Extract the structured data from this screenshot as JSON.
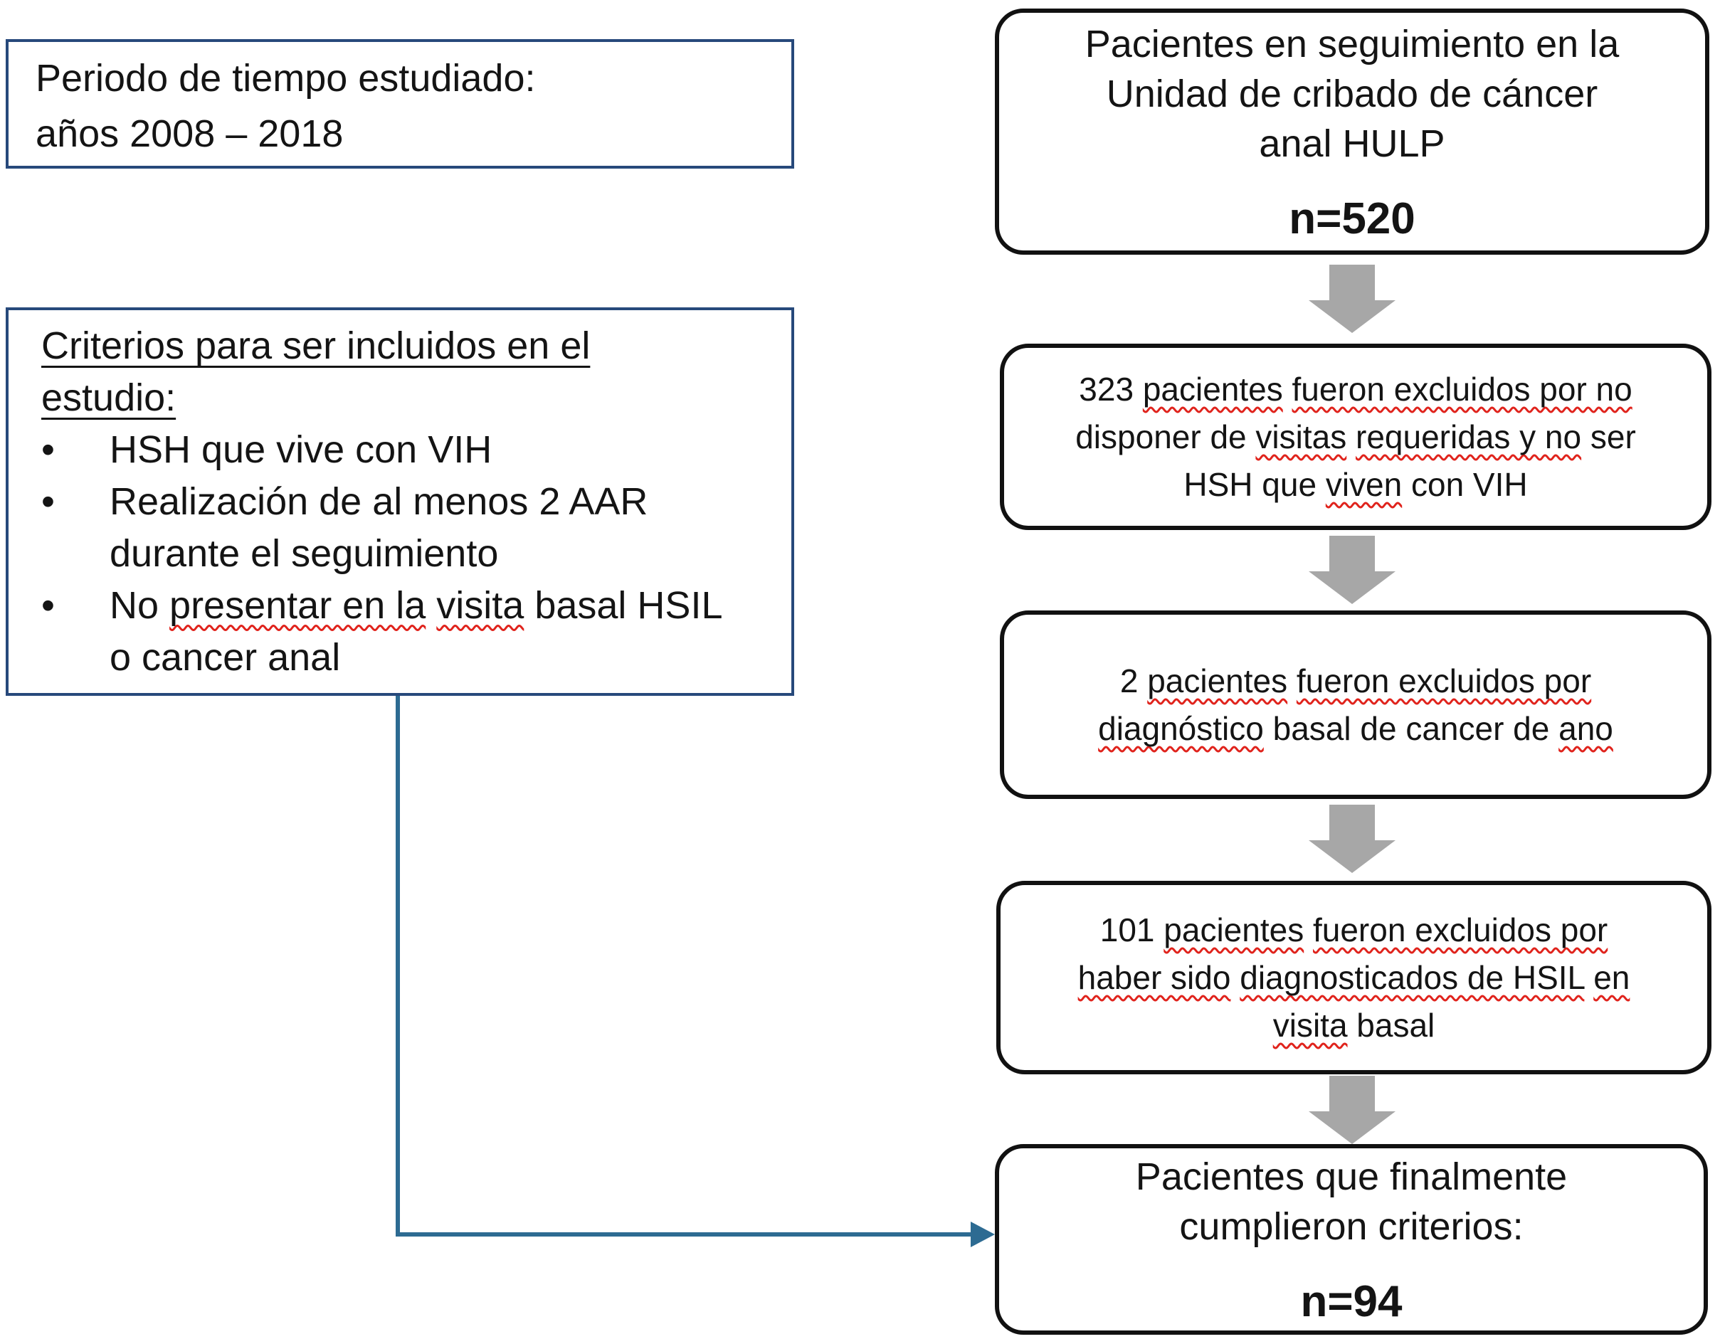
{
  "colors": {
    "navy": "#27497b",
    "black": "#111111",
    "gray": "#a7a7a7",
    "blue": "#2d6b92",
    "red": "#e0231c"
  },
  "left_panel": {
    "period_box": {
      "lines": [
        "Periodo de tiempo estudiado:",
        "años 2008 – 2018"
      ]
    },
    "criteria_box": {
      "bullet_char": "•",
      "title_lines": [
        "Criterios para ser incluidos en el",
        "estudio:"
      ],
      "bullets": [
        {
          "lines": [
            [
              {
                "t": "HSH que vive con VIH"
              }
            ]
          ]
        },
        {
          "lines": [
            [
              {
                "t": "Realización de al menos 2 AAR"
              }
            ],
            [
              {
                "t": "durante el seguimiento"
              }
            ]
          ]
        },
        {
          "lines": [
            [
              {
                "t": "No "
              },
              {
                "t": "presentar en la",
                "sq": true
              },
              {
                "t": " "
              },
              {
                "t": "visita",
                "sq": true
              },
              {
                "t": " basal HSIL"
              }
            ],
            [
              {
                "t": "o cancer anal"
              }
            ]
          ]
        }
      ]
    }
  },
  "flowchart": {
    "box_population": {
      "lines": [
        "Pacientes en seguimiento en la",
        "Unidad de cribado de cáncer",
        "anal HULP"
      ],
      "count": "n=520"
    },
    "box_excluded_visits": {
      "text_lines": [
        [
          {
            "t": "323 "
          },
          {
            "t": "pacientes",
            "sq": true
          },
          {
            "t": " "
          },
          {
            "t": "fueron excluidos por no",
            "sq": true
          }
        ],
        [
          {
            "t": "disponer de "
          },
          {
            "t": "visitas",
            "sq": true
          },
          {
            "t": " "
          },
          {
            "t": "requeridas y no",
            "sq": true
          },
          {
            "t": " ser"
          }
        ],
        [
          {
            "t": "HSH que "
          },
          {
            "t": "viven",
            "sq": true
          },
          {
            "t": " con VIH"
          }
        ]
      ]
    },
    "box_excluded_cancer": {
      "text_lines": [
        [
          {
            "t": "2 "
          },
          {
            "t": "pacientes",
            "sq": true
          },
          {
            "t": " "
          },
          {
            "t": "fueron excluidos por",
            "sq": true
          }
        ],
        [
          {
            "t": "diagnóstico",
            "sq": true
          },
          {
            "t": " basal de cancer de "
          },
          {
            "t": "ano",
            "sq": true
          }
        ]
      ]
    },
    "box_excluded_hsil": {
      "text_lines": [
        [
          {
            "t": "101 "
          },
          {
            "t": "pacientes",
            "sq": true
          },
          {
            "t": " "
          },
          {
            "t": "fueron excluidos por",
            "sq": true
          }
        ],
        [
          {
            "t": "haber sido",
            "sq": true
          },
          {
            "t": " "
          },
          {
            "t": "diagnosticados de HSIL",
            "sq": true
          },
          {
            "t": " "
          },
          {
            "t": "en",
            "sq": true
          }
        ],
        [
          {
            "t": "visita",
            "sq": true
          },
          {
            "t": " basal"
          }
        ]
      ]
    },
    "box_final": {
      "lines": [
        "Pacientes que finalmente",
        "cumplieron criterios:"
      ],
      "count": "n=94"
    }
  }
}
